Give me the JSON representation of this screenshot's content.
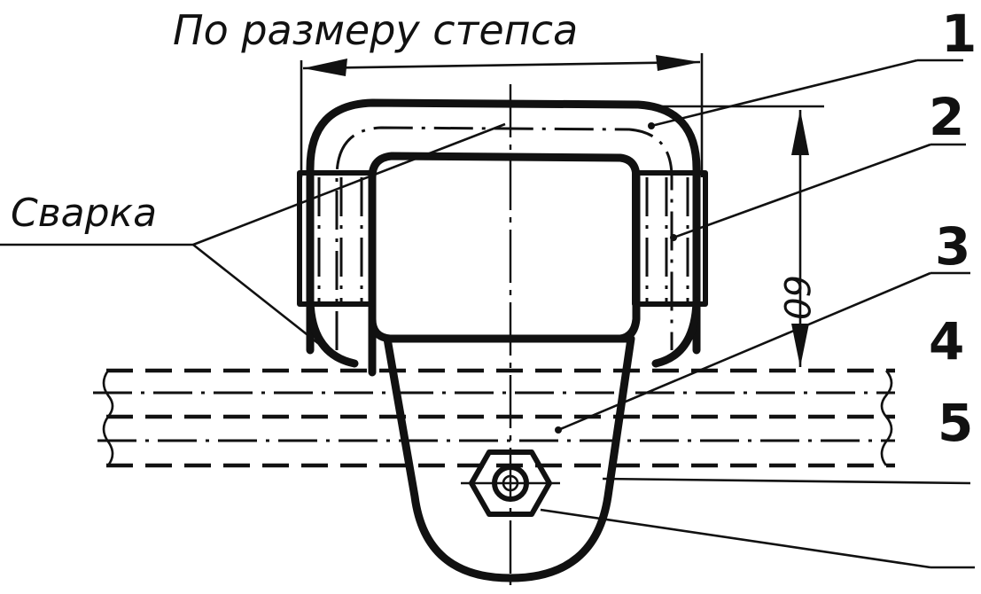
{
  "drawing": {
    "dimension_top": "По размеру степса",
    "dimension_height": "60",
    "weld_label": "Сварка",
    "callouts": [
      {
        "number": "1"
      },
      {
        "number": "2"
      },
      {
        "number": "3"
      },
      {
        "number": "4"
      },
      {
        "number": "5"
      }
    ],
    "line_color": "#111111",
    "background": "#ffffff"
  }
}
